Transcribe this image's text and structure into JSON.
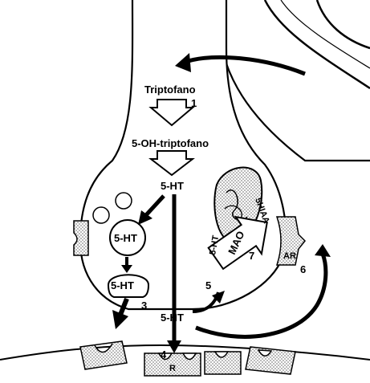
{
  "diagram": {
    "labels": {
      "triptofano": "Triptofano",
      "oh_triptofano": "5-OH-triptofano",
      "ht_top": "5-HT",
      "ht_vesicle": "5-HT",
      "ht_release": "5-HT",
      "ht_cleft": "5-HT",
      "ht_mao": "5-HT",
      "mao": "MAO",
      "hiaa": "5HIAA",
      "ar": "AR",
      "receptor_r": "R"
    },
    "steps": {
      "s1": "1",
      "s3": "3",
      "s4": "4",
      "s5": "5",
      "s6": "6",
      "s7": "7"
    }
  },
  "colors": {
    "ink": "#000000",
    "paper": "#ffffff",
    "dots": "#8a8a8a"
  }
}
